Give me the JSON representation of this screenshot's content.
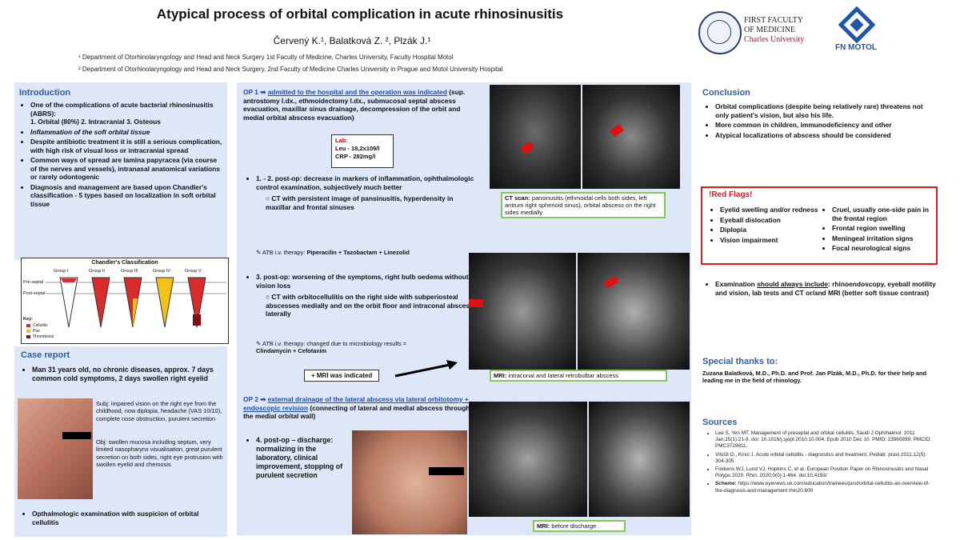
{
  "header": {
    "title": "Atypical process of orbital complication in acute rhinosinusitis",
    "authors": "Červený K.¹, Balatková Z. ², Plzák J.¹",
    "aff1": "¹ Department of Otorhinolaryngology and Head and Neck Surgery 1st Faculty of Medicine, Charles University, Faculty Hospital Motol",
    "aff2": "² Department of Otorhinolaryngology and Head and Neck Surgery, 2nd Faculty of Medicine Charles University in Prague and Motol University Hospital",
    "logo1_line1": "FIRST FACULTY",
    "logo1_line2": "OF MEDICINE",
    "logo1_line3": "Charles University",
    "logo2_text": "FN MOTOL"
  },
  "intro": {
    "heading": "Introduction",
    "b1": "One of the complications of acute bacterial rhinosinusitis (ABRS):",
    "b1b": "1. Orbital (80%) 2. Intracranial 3. Osteous",
    "b2": "Inflammation of the soft orbital tissue",
    "b3": "Despite antibiotic treatment it is still a serious complication, with high risk of visual loss or intracranial spread",
    "b4": "Common ways of spread are lamina papyracea (via course of the nerves and vessels), intranasal anatomical variations or rarely odontogenic",
    "b5": "Diagnosis and management are based upon Chandler's classification - 5 types based on localization in soft orbital tissue"
  },
  "chandler": {
    "title": "Chandler's Classification",
    "groups": [
      "Group I",
      "Group II",
      "Group III",
      "Group IV",
      "Group V"
    ],
    "preseptal": "Pre-septal",
    "postseptal": "Post-septal",
    "key": "Key:",
    "k1": "Cellulitis",
    "k2": "Pus",
    "k3": "Thrombosis",
    "c_red": "#d92b2b",
    "c_yellow": "#f2c21b",
    "c_dark": "#7a1010"
  },
  "case": {
    "heading": "Case report",
    "b1": "Man 31 years old, no chronic diseases, approx. 7 days common cold symptoms, 2 days swollen right eyelid",
    "subj": "Subj: impaired vision on the right eye from the childhood, now diplopia, headache (VAS 10/10), complete nose obstruction, purulent secretion",
    "obj": "Obj: swollen mucosa including septum, very limited nasopharynx visualisation, great purulent secretion on both sides, right eye protrusion with swollen eyelid and chemosis",
    "b2": "Opthalmologic examination with suspicion of orbital cellulitis"
  },
  "middle": {
    "op1_label": "OP 1 ➡",
    "op1_link": "admitted to the hospital and the operation was indicated",
    "op1_text": "(sup. antrostomy l.dx., ethmoidectomy l.dx., submucosal septal abscess evacuation, maxillar sinus drainage, decompression of the orbit and medial orbital abscess evacuation)",
    "lab_title": "Lab:",
    "lab1": "Leu - 18,2x109/l",
    "lab2": "CRP - 282mg/l",
    "p1": "1. - 2. post-op: decrease in markers of inflammation, ophthalmologic control examination, subjectively much better",
    "p1a": "CT with persistent image of pansinusitis, hyperdensity in maxillar and frontal sinuses",
    "atb1_pre": "ATB i.v. therapy:",
    "atb1": "Piperacilin + Tazobactam + Linezolid",
    "p3": "3. post-op: worsening of the symptoms, right bulb oedema without vision loss",
    "p3a": "CT with orbitocellulitis on the right side with subperiosteal abscesses medially and on the orbit floor and intraconal abscess laterally",
    "atb2_pre": "ATB i.v. therapy: changed due to microbiology results =",
    "atb2": "Clindamycin + Cefotaxim",
    "mri_ind": "+ MRI was indicated",
    "op2_label": "OP 2 ➡",
    "op2_link": "external drainage of the lateral abscess via lateral orbitotomy + endoscopic revision",
    "op2_text": "(connecting of lateral and medial abscess through the medial orbital wall)",
    "p4": "4. post-op – discharge: normalizing in the laboratory, clinical improvement, stopping of purulent secretion"
  },
  "captions": {
    "ct_label": "CT scan:",
    "ct": "pansinusitis (ethmoidal cells both sides, left antrum right sphenoid sinus), orbital abscess on the right sides medially",
    "mri1_label": "MRI:",
    "mri1": "intraconal and lateral retrobulbar abscess",
    "mri2_label": "MRI:",
    "mri2": "before discharge"
  },
  "conclusion": {
    "heading": "Conclusion",
    "b1": "Orbital complications (despite being relatively rare) threatens not only patient's vision, but also his life.",
    "b2": "More common in children, immunodeficiency and other",
    "b3": "Atypical localizations of abscess should be considered",
    "flags_title": "!Red Flags!",
    "f1": "Eyelid swelling and/or redness",
    "f2": "Eyeball dislocation",
    "f3": "Diplopia",
    "f4": "Vision impairment",
    "f5": "Cruel, usually one-side pain in the frontal region",
    "f6": "Frontal region swelling",
    "f7": "Meningeal irritation signs",
    "f8": "Focal neurological signs",
    "exam_pre": "Examination",
    "exam_u": "should always include",
    "exam": ": rhinoendoscopy, eyeball motility and vision, lab tests and CT or/and MRI (better soft tissue contrast)",
    "thanks_heading": "Special thanks to:",
    "thanks": "Zuzana Balatková, M.D., Ph.D. and Prof. Jan Plzák, M.D., Ph.D. for their help and leading me in the field of rhinology.",
    "sources_heading": "Sources",
    "s1": "Lee S, Yen MT. Management of preseptal and orbital cellulitis. Saudi J Ophthalmol. 2011 Jan;25(1):21-9. doi: 10.1016/j.sjopt.2010.10.004. Epub 2010 Dec 10. PMID: 23960899; PMCID: PMC3729811.",
    "s2": "Vlšíčil O., Kincl J. Acute orbital cellulitis - diagnostics and treatment. Pediatr. praxi 2011;12(5): 304-305",
    "s3": "Fokkens WJ, Lund VJ, Hopkins C, et al. European Position Paper on Rhinosinusitis and Nasal Polyps 2020. Rhin. 2020;0(0):1-464. doi:10.4193/",
    "s4_label": "Scheme:",
    "s4": "https://www.eyenews.uk.com/education/trainees/post/orbital-cellulitis-an-overview-of-the-diagnosis-and-management rhin20.600"
  },
  "colors": {
    "panel": "#dde7f7",
    "heading": "#2f5e9e",
    "link": "#1a4fb5",
    "flag": "#e01b1b",
    "caption": "#86c55a"
  }
}
